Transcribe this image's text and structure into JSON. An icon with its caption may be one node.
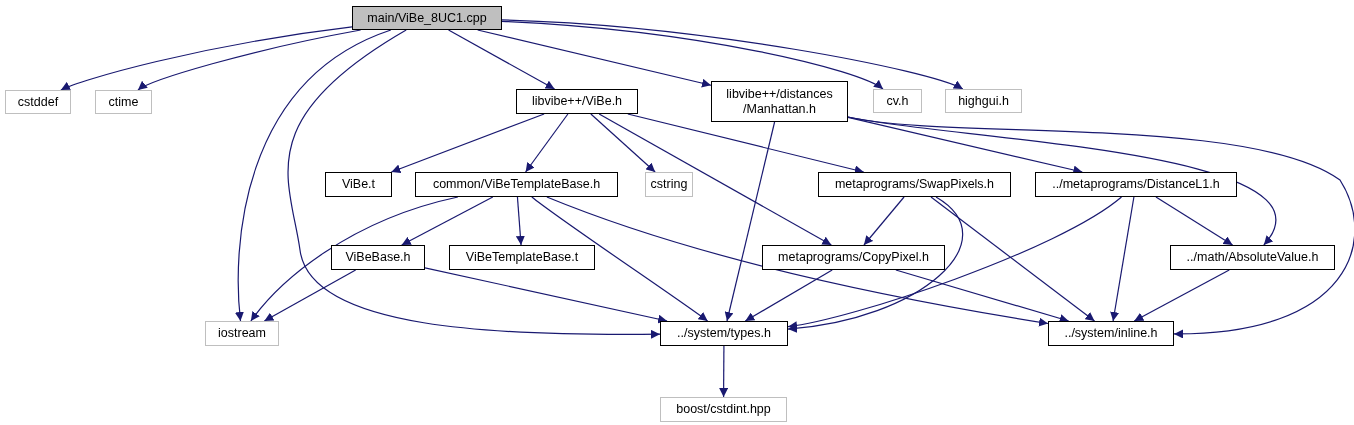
{
  "diagram": {
    "nodes": [
      {
        "text": [
          "main/ViBe_8UC1.cpp"
        ]
      },
      {
        "text": [
          "cstddef"
        ]
      },
      {
        "text": [
          "ctime"
        ]
      },
      {
        "text": [
          "libvibe++/ViBe.h"
        ]
      },
      {
        "text": [
          "libvibe++/distances /Manhattan.h"
        ]
      },
      {
        "text": [
          "cv.h"
        ]
      },
      {
        "text": [
          "highgui.h"
        ]
      },
      {
        "text": [
          "ViBe.t"
        ]
      },
      {
        "text": [
          "common/ViBeTemplateBase.h"
        ]
      },
      {
        "text": [
          "cstring"
        ]
      },
      {
        "text": [
          "metaprograms/SwapPixels.h"
        ]
      },
      {
        "text": [
          "../metaprograms/DistanceL1.h"
        ]
      },
      {
        "text": [
          "ViBeBase.h"
        ]
      },
      {
        "text": [
          "ViBeTemplateBase.t"
        ]
      },
      {
        "text": [
          "metaprograms/CopyPixel.h"
        ]
      },
      {
        "text": [
          "../math/AbsoluteValue.h"
        ]
      },
      {
        "text": [
          "iostream"
        ]
      },
      {
        "text": [
          "../system/types.h"
        ]
      },
      {
        "text": [
          "../system/inline.h"
        ]
      },
      {
        "text": [
          "boost/cstdint.hpp"
        ]
      }
    ],
    "edges": [
      {
        "from": 0,
        "to": 1,
        "arrow": "to"
      },
      {
        "from": 0,
        "to": 2,
        "arrow": "to"
      },
      {
        "from": 0,
        "to": 16,
        "arrow": "to"
      },
      {
        "from": 0,
        "to": 17,
        "arrow": "to"
      },
      {
        "from": 0,
        "to": 3,
        "arrow": "to"
      },
      {
        "from": 0,
        "to": 4,
        "arrow": "to"
      },
      {
        "from": 0,
        "to": 5,
        "arrow": "to"
      },
      {
        "from": 0,
        "to": 6,
        "arrow": "to"
      },
      {
        "from": 3,
        "to": 7,
        "arrow": "to"
      },
      {
        "from": 3,
        "to": 8,
        "arrow": "to"
      },
      {
        "from": 3,
        "to": 9,
        "arrow": "to"
      },
      {
        "from": 3,
        "to": 10,
        "arrow": "to"
      },
      {
        "from": 3,
        "to": 14,
        "arrow": "to"
      },
      {
        "from": 4,
        "to": 17,
        "arrow": "to"
      },
      {
        "from": 4,
        "to": 11,
        "arrow": "to"
      },
      {
        "from": 4,
        "to": 15,
        "arrow": "to"
      },
      {
        "from": 4,
        "to": 18,
        "arrow": "to"
      },
      {
        "from": 8,
        "to": 16,
        "arrow": "to"
      },
      {
        "from": 8,
        "to": 12,
        "arrow": "to"
      },
      {
        "from": 8,
        "to": 13,
        "arrow": "to"
      },
      {
        "from": 8,
        "to": 17,
        "arrow": "to"
      },
      {
        "from": 8,
        "to": 18,
        "arrow": "to"
      },
      {
        "from": 10,
        "to": 14,
        "arrow": "to"
      },
      {
        "from": 10,
        "to": 17,
        "arrow": "to"
      },
      {
        "from": 10,
        "to": 18,
        "arrow": "to"
      },
      {
        "from": 11,
        "to": 17,
        "arrow": "to"
      },
      {
        "from": 11,
        "to": 18,
        "arrow": "to"
      },
      {
        "from": 11,
        "to": 15,
        "arrow": "to"
      },
      {
        "from": 12,
        "to": 16,
        "arrow": "to"
      },
      {
        "from": 12,
        "to": 17,
        "arrow": "to"
      },
      {
        "from": 14,
        "to": 17,
        "arrow": "to"
      },
      {
        "from": 14,
        "to": 18,
        "arrow": "to"
      },
      {
        "from": 15,
        "to": 18,
        "arrow": "to"
      },
      {
        "from": 17,
        "to": 19,
        "arrow": "to"
      }
    ]
  }
}
